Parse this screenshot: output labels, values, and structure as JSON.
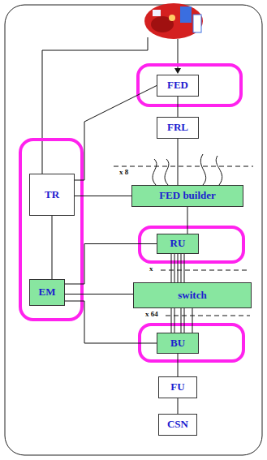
{
  "diagram": {
    "nodes": [
      {
        "text": [
          "FED"
        ]
      },
      {
        "text": [
          "FRL"
        ]
      },
      {
        "text": [
          "TR"
        ]
      },
      {
        "text": [
          "FED builder"
        ]
      },
      {
        "text": [
          "RU"
        ]
      },
      {
        "text": [
          "EM"
        ]
      },
      {
        "text": [
          "switch"
        ]
      },
      {
        "text": [
          "BU"
        ]
      },
      {
        "text": [
          "FU"
        ]
      },
      {
        "text": [
          "CSN"
        ]
      }
    ],
    "edges": [
      {
        "from": 0,
        "to": 1,
        "arrow": "none"
      },
      {
        "from": 1,
        "to": 3,
        "arrow": "none"
      },
      {
        "from": 3,
        "to": 4,
        "arrow": "none"
      },
      {
        "from": 4,
        "to": 6,
        "arrow": "none"
      },
      {
        "from": 6,
        "to": 7,
        "arrow": "none"
      },
      {
        "from": 7,
        "to": 8,
        "arrow": "none"
      },
      {
        "from": 8,
        "to": 9,
        "arrow": "none"
      },
      {
        "from": 2,
        "to": 0,
        "arrow": "none"
      },
      {
        "from": 2,
        "to": 3,
        "arrow": "none"
      },
      {
        "from": 2,
        "to": 5,
        "arrow": "none"
      },
      {
        "from": 5,
        "to": 4,
        "arrow": "none"
      },
      {
        "from": 5,
        "to": 6,
        "arrow": "none"
      },
      {
        "from": 5,
        "to": 7,
        "arrow": "none"
      }
    ],
    "labels": [
      "x 8",
      "x",
      "x 64"
    ]
  }
}
